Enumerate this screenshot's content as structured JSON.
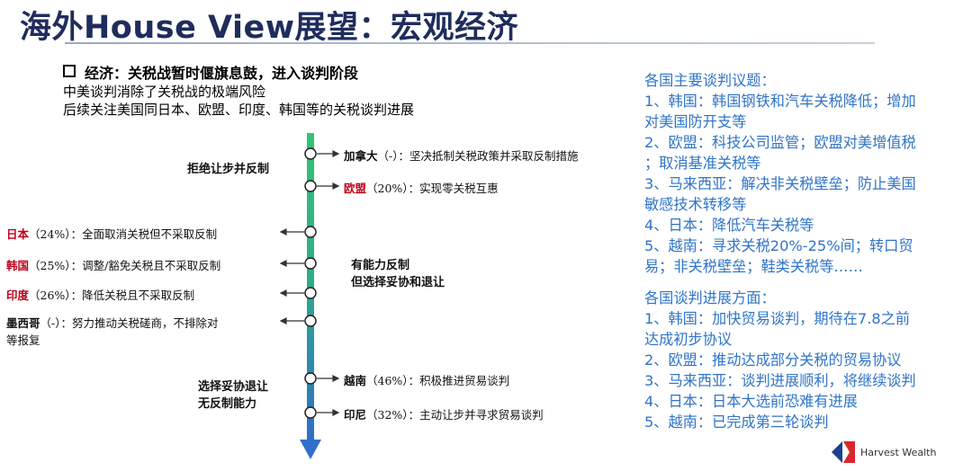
{
  "header": {
    "title": "海外House View展望：宏观经济"
  },
  "economy": {
    "heading": "经济：关税战暂时偃旗息鼓，进入谈判阶段",
    "lines": [
      "中美谈判消除了关税战的极端风险",
      "后续关注美国同日本、欧盟、印度、韩国等的关税谈判进展"
    ]
  },
  "timeline": {
    "groups": [
      "拒绝让步并反制",
      "有能力反制",
      "但选择妥协和退让",
      "选择妥协退让",
      "无反制能力"
    ],
    "nodes": [
      {
        "country": "加拿大",
        "pct": "（-）",
        "desc": "：坚决抵制关税政策并采取反制措施"
      },
      {
        "country": "欧盟",
        "pct": "（20%）",
        "desc": "：实现零关税互惠"
      },
      {
        "country": "日本",
        "pct": "（24%）",
        "desc": "：全面取消关税但不采取反制"
      },
      {
        "country": "韩国",
        "pct": "（25%）",
        "desc": "：调整/豁免关税且不采取反制"
      },
      {
        "country": "印度",
        "pct": "（26%）",
        "desc": "：降低关税且不采取反制"
      },
      {
        "country": "墨西哥",
        "pct": "（-）",
        "desc": "：努力推动关税磋商，不排除对",
        "desc2": "等报复"
      },
      {
        "country": "越南",
        "pct": "（46%）",
        "desc": "：积极推进贸易谈判"
      },
      {
        "country": "印尼",
        "pct": "（32%）",
        "desc": "：主动让步并寻求贸易谈判"
      }
    ]
  },
  "topics": {
    "title": "各国主要谈判议题：",
    "items": [
      "1、韩国：韩国钢铁和汽车关税降低；增加",
      "对美国防开支等",
      "2、欧盟：科技公司监管；欧盟对美增值税",
      "；取消基准关税等",
      "3、马来西亚：解决非关税壁垒；防止美国",
      "敏感技术转移等",
      "4、日本：降低汽车关税等",
      "5、越南：寻求关税20%-25%间；转口贸",
      "易；非关税壁垒；鞋类关税等……"
    ]
  },
  "progress": {
    "title": "各国谈判进展方面：",
    "items": [
      "1、韩国：加快贸易谈判，期待在7.8之前",
      "达成初步协议",
      "2、欧盟：推动达成部分关税的贸易协议",
      "3、马来西亚：谈判进展顺利，将继续谈判",
      "4、日本：日本大选前恐难有进展",
      "5、越南：已完成第三轮谈判"
    ]
  },
  "logo": {
    "text": "Harvest Wealth"
  },
  "colors": {
    "title": "#1f2d5c",
    "accent_blue": "#2f74c8",
    "country_red": "#c0001a",
    "green": "#2eb872",
    "blue": "#2f6fc8"
  }
}
